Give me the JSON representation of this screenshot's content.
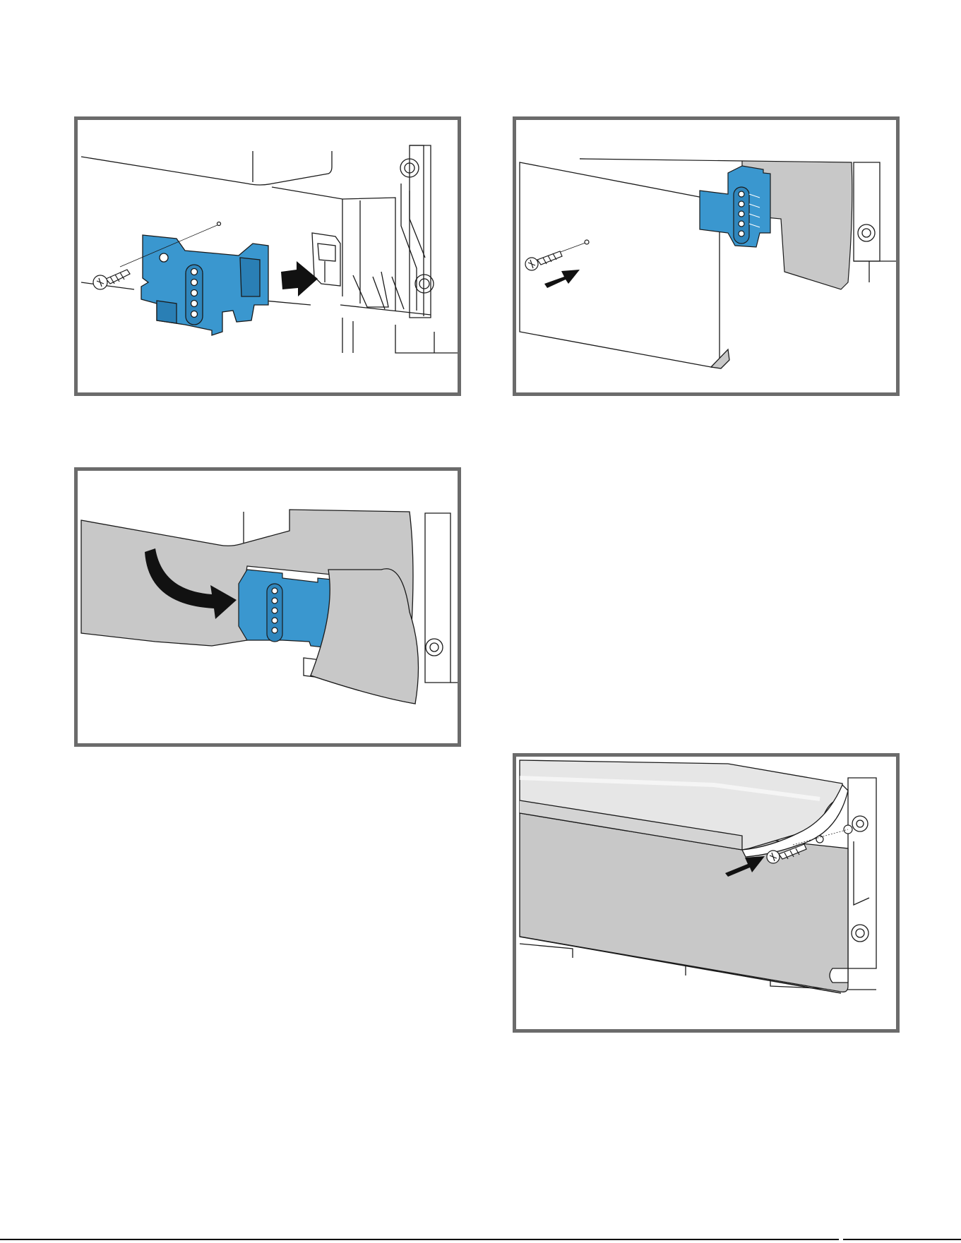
{
  "colors": {
    "frame": "#6b6b6b",
    "bracket": "#3a97cf",
    "panel_gray": "#c8c8c8",
    "line": "#1a1a1a",
    "arrow": "#111111"
  },
  "figures": [
    {
      "id": "fig-1",
      "depicts": [
        "mounting-bracket",
        "screw",
        "push-arrow"
      ]
    },
    {
      "id": "fig-2",
      "depicts": [
        "front-panel",
        "mounting-bracket",
        "screw",
        "push-arrow"
      ]
    },
    {
      "id": "fig-3",
      "depicts": [
        "cover-panel",
        "mounting-bracket",
        "curved-arrow"
      ]
    },
    {
      "id": "fig-4",
      "depicts": [
        "toe-kick-panel",
        "screw",
        "push-arrow"
      ]
    }
  ]
}
